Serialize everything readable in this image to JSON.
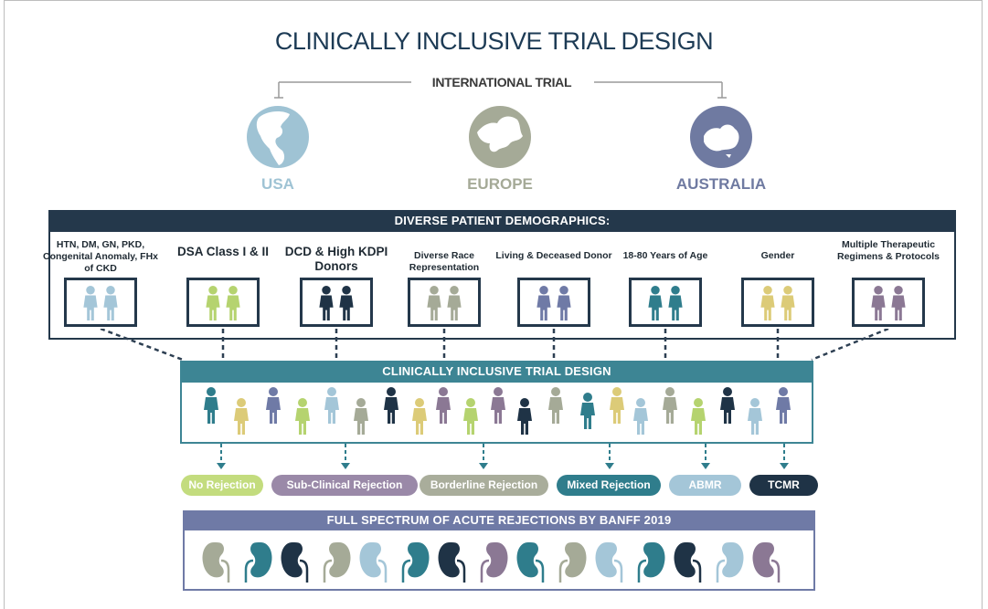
{
  "title": "CLINICALLY INCLUSIVE TRIAL DESIGN",
  "international": {
    "label": "INTERNATIONAL TRIAL",
    "regions": [
      {
        "name": "USA",
        "color": "#9fc3d4",
        "icon": "globe-americas-icon"
      },
      {
        "name": "EUROPE",
        "color": "#a5aa97",
        "icon": "globe-europe-icon"
      },
      {
        "name": "AUSTRALIA",
        "color": "#6f7aa1",
        "icon": "globe-australia-icon"
      }
    ]
  },
  "demographics": {
    "header": "DIVERSE PATIENT DEMOGRAPHICS:",
    "items": [
      {
        "label": "HTN, DM, GN, PKD, Congenital Anomaly, FHx of CKD",
        "color": "#a4c6d8"
      },
      {
        "label": "DSA Class I & II",
        "color": "#b5d36f"
      },
      {
        "label": "DCD & High KDPI Donors",
        "color": "#1f3346"
      },
      {
        "label": "Diverse Race Representation",
        "color": "#a5aa97"
      },
      {
        "label": "Living & Deceased Donor",
        "color": "#6f7aa6"
      },
      {
        "label": "18-80 Years of Age",
        "color": "#2f7d8c"
      },
      {
        "label": "Gender",
        "color": "#dccb78"
      },
      {
        "label": "Multiple Therapeutic Regimens & Protocols",
        "color": "#8b7894"
      }
    ]
  },
  "cohort": {
    "header": "CLINICALLY INCLUSIVE TRIAL DESIGN",
    "people": [
      "#2f7d8c",
      "#dccb78",
      "#6f7aa6",
      "#b5d36f",
      "#a4c6d8",
      "#a5aa97",
      "#1f3346",
      "#dccb78",
      "#8b7894",
      "#b5d36f",
      "#8b7894",
      "#1f3346",
      "#a5aa97",
      "#2f7d8c",
      "#dccb78",
      "#a4c6d8",
      "#a5aa97",
      "#b5d36f",
      "#1f3346",
      "#a4c6d8",
      "#6f7aa6"
    ]
  },
  "outcomes": [
    {
      "label": "No Rejection",
      "color": "#c3dc7e"
    },
    {
      "label": "Sub-Clinical Rejection",
      "color": "#9a89a8"
    },
    {
      "label": "Borderline Rejection",
      "color": "#a9ad9b"
    },
    {
      "label": "Mixed Rejection",
      "color": "#2f7d8c"
    },
    {
      "label": "ABMR",
      "color": "#a4c6d8"
    },
    {
      "label": "TCMR",
      "color": "#1f3346"
    }
  ],
  "banff": {
    "header": "FULL SPECTRUM OF ACUTE REJECTIONS BY BANFF 2019",
    "kidneys": [
      "#a5aa97",
      "#2f7d8c",
      "#1f3346",
      "#a5aa97",
      "#a4c6d8",
      "#2f7d8c",
      "#1f3346",
      "#8b7894",
      "#2f7d8c",
      "#a5aa97",
      "#a4c6d8",
      "#2f7d8c",
      "#1f3346",
      "#a4c6d8",
      "#8b7894"
    ]
  },
  "theme": {
    "navy": "#24384b",
    "teal": "#2f7d8c",
    "slate": "#6f7aa6",
    "line": "#2d3f52"
  }
}
